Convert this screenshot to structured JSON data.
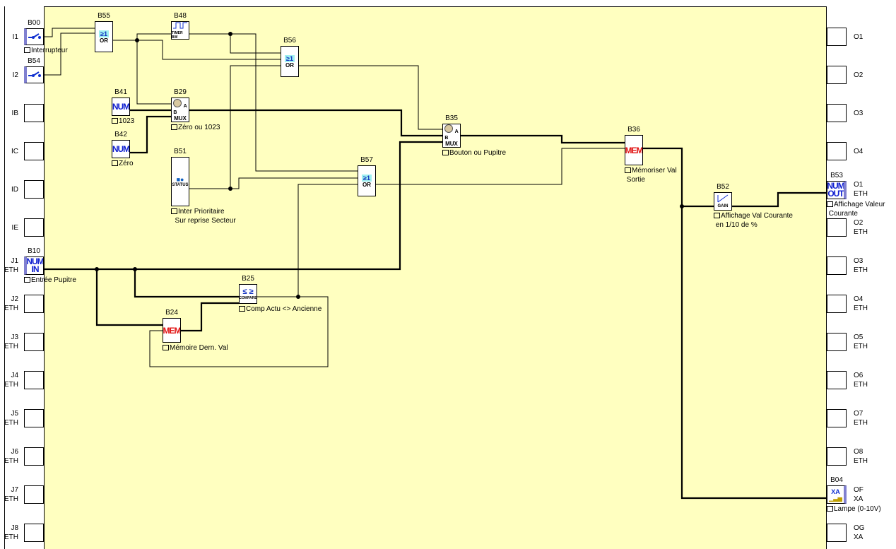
{
  "colors": {
    "sheet": "#ffffc0",
    "numeric_pin": "#20c020",
    "wire": "#000000",
    "mem_text": "#e01010",
    "num_text": "#1020d0"
  },
  "inputs": [
    {
      "id": "I1",
      "l1": "I1",
      "l2": ""
    },
    {
      "id": "I2",
      "l1": "I2",
      "l2": ""
    },
    {
      "id": "IB",
      "l1": "IB",
      "l2": ""
    },
    {
      "id": "IC",
      "l1": "IC",
      "l2": ""
    },
    {
      "id": "ID",
      "l1": "ID",
      "l2": ""
    },
    {
      "id": "IE",
      "l1": "IE",
      "l2": ""
    },
    {
      "id": "J1",
      "l1": "J1",
      "l2": "ETH"
    },
    {
      "id": "J2",
      "l1": "J2",
      "l2": "ETH"
    },
    {
      "id": "J3",
      "l1": "J3",
      "l2": "ETH"
    },
    {
      "id": "J4",
      "l1": "J4",
      "l2": "ETH"
    },
    {
      "id": "J5",
      "l1": "J5",
      "l2": "ETH"
    },
    {
      "id": "J6",
      "l1": "J6",
      "l2": "ETH"
    },
    {
      "id": "J7",
      "l1": "J7",
      "l2": "ETH"
    },
    {
      "id": "J8",
      "l1": "J8",
      "l2": "ETH"
    }
  ],
  "outputs": [
    {
      "l1": "O1",
      "l2": ""
    },
    {
      "l1": "O2",
      "l2": ""
    },
    {
      "l1": "O3",
      "l2": ""
    },
    {
      "l1": "O4",
      "l2": ""
    },
    {
      "l1": "O1",
      "l2": "ETH"
    },
    {
      "l1": "O2",
      "l2": "ETH"
    },
    {
      "l1": "O3",
      "l2": "ETH"
    },
    {
      "l1": "O4",
      "l2": "ETH"
    },
    {
      "l1": "O5",
      "l2": "ETH"
    },
    {
      "l1": "O6",
      "l2": "ETH"
    },
    {
      "l1": "O7",
      "l2": "ETH"
    },
    {
      "l1": "O8",
      "l2": "ETH"
    },
    {
      "l1": "OF",
      "l2": "XA"
    },
    {
      "l1": "OG",
      "l2": "XA"
    }
  ],
  "blocks": [
    {
      "id": "B00",
      "type": "switch",
      "icon": "switch-icon",
      "text": "",
      "comment": "Interrupteur"
    },
    {
      "id": "B54",
      "type": "switch",
      "icon": "switch-icon",
      "text": "",
      "comment": ""
    },
    {
      "id": "B55",
      "type": "or",
      "icon": "or-gate-icon",
      "text": "OR",
      "comment": ""
    },
    {
      "id": "B48",
      "type": "timer",
      "icon": "timer-pulse-icon",
      "text": "TIMER BW",
      "comment": ""
    },
    {
      "id": "B56",
      "type": "or",
      "icon": "or-gate-icon",
      "text": "OR",
      "comment": ""
    },
    {
      "id": "B41",
      "type": "num",
      "icon": "num-constant-icon",
      "text": "NUM",
      "comment": "1023"
    },
    {
      "id": "B29",
      "type": "mux",
      "icon": "mux-icon",
      "text": "MUX",
      "comment": "Zéro ou 1023"
    },
    {
      "id": "B42",
      "type": "num",
      "icon": "num-constant-icon",
      "text": "NUM",
      "comment": "Zéro"
    },
    {
      "id": "B51",
      "type": "status",
      "icon": "status-icon",
      "text": "STATUS",
      "comment": "Inter Prioritaire\n  Sur reprise Secteur"
    },
    {
      "id": "B35",
      "type": "mux",
      "icon": "mux-icon",
      "text": "MUX",
      "comment": "Bouton ou Pupitre"
    },
    {
      "id": "B36",
      "type": "mem",
      "icon": "mem-icon",
      "text": "MEM",
      "comment": "Mémoriser Val\n Sortie"
    },
    {
      "id": "B57",
      "type": "or",
      "icon": "or-gate-icon",
      "text": "OR",
      "comment": ""
    },
    {
      "id": "B52",
      "type": "gain",
      "icon": "gain-icon",
      "text": "GAIN",
      "comment": "Affichage Val Courante\n en 1/10 de %"
    },
    {
      "id": "B53",
      "type": "numout",
      "icon": "num-out-icon",
      "text": "NUM OUT",
      "comment": "Affichage Valeur\n Courante"
    },
    {
      "id": "B10",
      "type": "numin",
      "icon": "num-in-icon",
      "text": "NUM IN",
      "comment": "Entrée Pupitre"
    },
    {
      "id": "B25",
      "type": "compare",
      "icon": "compare-icon",
      "text": "COMPARE",
      "comment": "Comp Actu <> Ancienne"
    },
    {
      "id": "B24",
      "type": "mem",
      "icon": "mem-icon",
      "text": "MEM",
      "comment": "Mémoire Dern. Val"
    },
    {
      "id": "B04",
      "type": "xa",
      "icon": "analog-lamp-output-icon",
      "text": "XA",
      "comment": "Lampe (0-10V)"
    }
  ]
}
